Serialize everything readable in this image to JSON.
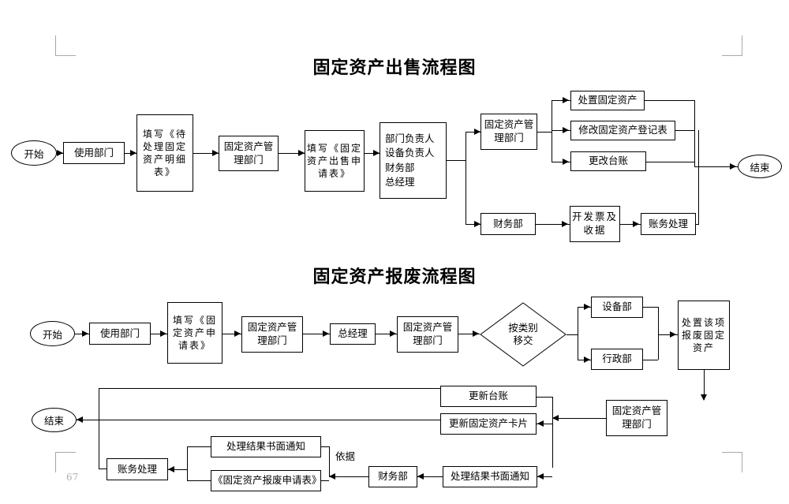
{
  "document": {
    "page_number": "67"
  },
  "charts": [
    {
      "id": "sale-flow",
      "title": "固定资产出售流程图",
      "nodes": {
        "start": "开始",
        "using_dept": "使用部门",
        "fill_pending_list": "填写《待处理固定资产明细表》",
        "asset_mgmt_dept_1": "固定资产管理部门",
        "fill_sale_application": "填写《固定资产出售申请表》",
        "approvers": "部门负责人\n设备负责人\n财务部\n总经理",
        "approvers_lines": [
          "部门负责人",
          "设备负责人",
          "财务部",
          "总经理"
        ],
        "asset_mgmt_dept_2": "固定资产管理部门",
        "dispose_asset": "处置固定资产",
        "modify_register": "修改固定资产登记表",
        "update_ledger": "更改台账",
        "finance_dept": "财务部",
        "issue_invoice": "开发票及收据",
        "accounting": "账务处理",
        "end": "结束"
      }
    },
    {
      "id": "scrap-flow",
      "title": "固定资产报废流程图",
      "nodes": {
        "start": "开始",
        "using_dept": "使用部门",
        "fill_application": "填写《固定资产申请表》",
        "asset_mgmt_dept_1": "固定资产管理部门",
        "general_manager": "总经理",
        "asset_mgmt_dept_2": "固定资产管理部门",
        "decision": "按类别移交",
        "decision_lines": [
          "按类别",
          "移交"
        ],
        "equipment_dept": "设备部",
        "admin_dept": "行政部",
        "dispose_scrap_asset": "处置该项报废固定资产",
        "asset_mgmt_dept_3": "固定资产管理部门",
        "update_ledger": "更新台账",
        "update_asset_card": "更新固定资产卡片",
        "written_notice_right": "处理结果书面通知",
        "finance_dept": "财务部",
        "written_notice_left": "处理结果书面通知",
        "scrap_application_form": "《固定资产报废申请表》",
        "accounting": "账务处理",
        "end": "结束"
      },
      "edge_labels": {
        "basis": "依据"
      }
    }
  ],
  "colors": {
    "line": "#000000",
    "text": "#000000",
    "background": "#ffffff",
    "cropmark": "#a8a8a8",
    "page_number": "#b0b0b0"
  }
}
